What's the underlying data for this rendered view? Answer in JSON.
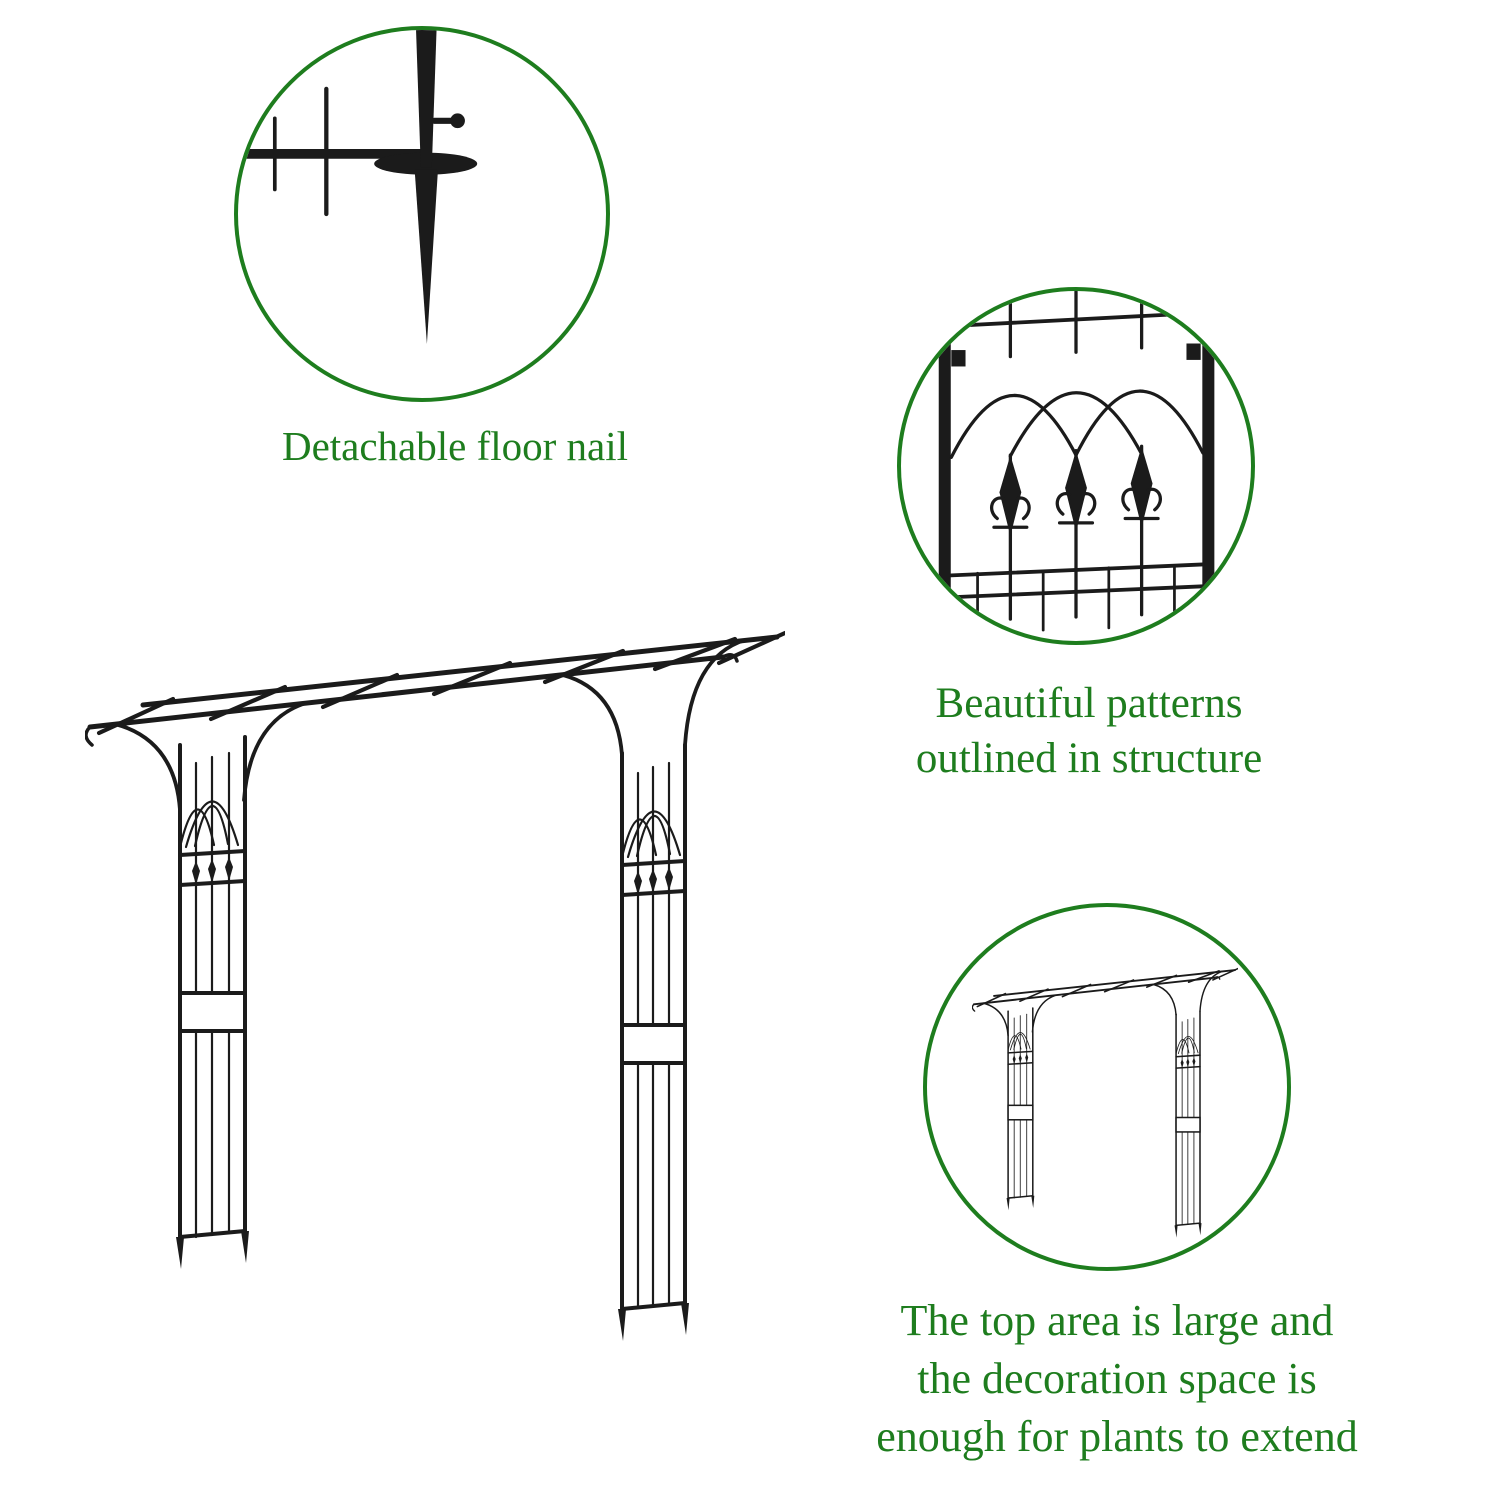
{
  "page": {
    "kind": "product-feature-infographic",
    "background": "#ffffff"
  },
  "colors": {
    "accent_green": "#1e7d1e",
    "structure_ink": "#1b1b1b"
  },
  "product": {
    "icon": "garden-arch-drawing"
  },
  "callouts": {
    "floor_nail": {
      "icon": "floor-nail-detail-drawing",
      "lines": [
        "Detachable floor nail"
      ]
    },
    "patterns": {
      "icon": "fence-pattern-detail-drawing",
      "lines": [
        "Beautiful patterns",
        "outlined in structure"
      ]
    },
    "top_area": {
      "icon": "mini-garden-arch-drawing",
      "lines": [
        "The top area is large and",
        "the decoration space is",
        "enough for plants to extend"
      ]
    }
  }
}
